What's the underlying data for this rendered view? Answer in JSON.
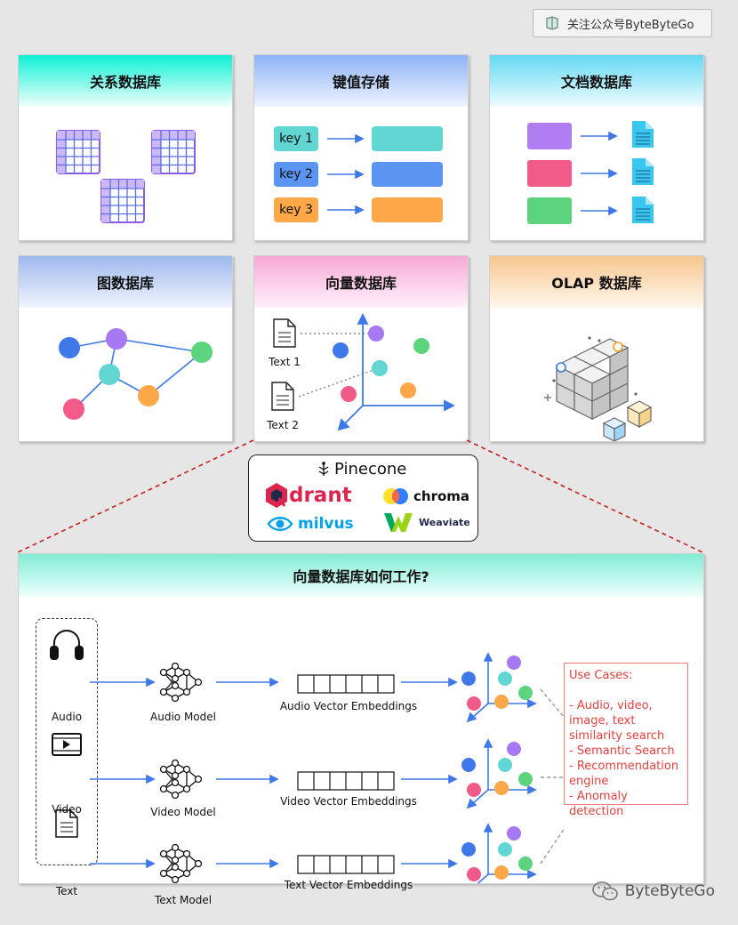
{
  "badge": {
    "text": "关注公众号ByteByteGo"
  },
  "cards": {
    "relational": {
      "title": "关系数据库"
    },
    "keyvalue": {
      "title": "键值存储",
      "keys": [
        "key 1",
        "key 2",
        "key 3"
      ],
      "colors": [
        "#62d6d3",
        "#5b93f0",
        "#fda848"
      ]
    },
    "document": {
      "title": "文档数据库",
      "colors": [
        "#b07ef0",
        "#f25a8a",
        "#5cd47d"
      ]
    },
    "graph": {
      "title": "图数据库"
    },
    "vector": {
      "title": "向量数据库",
      "text1": "Text 1",
      "text2": "Text 2"
    },
    "olap": {
      "title": "OLAP 数据库"
    }
  },
  "logos": {
    "pinecone": "Pinecone",
    "qdrant": "drant",
    "chroma": "chroma",
    "milvus": "milvus",
    "weaviate": "Weaviate"
  },
  "how": {
    "title": "向量数据库如何工作?",
    "inputs": [
      "Audio",
      "Video",
      "Text"
    ],
    "models": [
      "Audio Model",
      "Video Model",
      "Text Model"
    ],
    "embeddings": [
      "Audio Vector Embeddings",
      "Video Vector Embeddings",
      "Text Vector Embeddings"
    ],
    "use_cases": {
      "title": "Use Cases:",
      "items": [
        "- Audio, video, image, text similarity search",
        "- Semantic Search",
        "- Recommendation engine",
        "- Anomaly detection"
      ]
    }
  },
  "footer": {
    "brand": "ByteByteGo"
  }
}
